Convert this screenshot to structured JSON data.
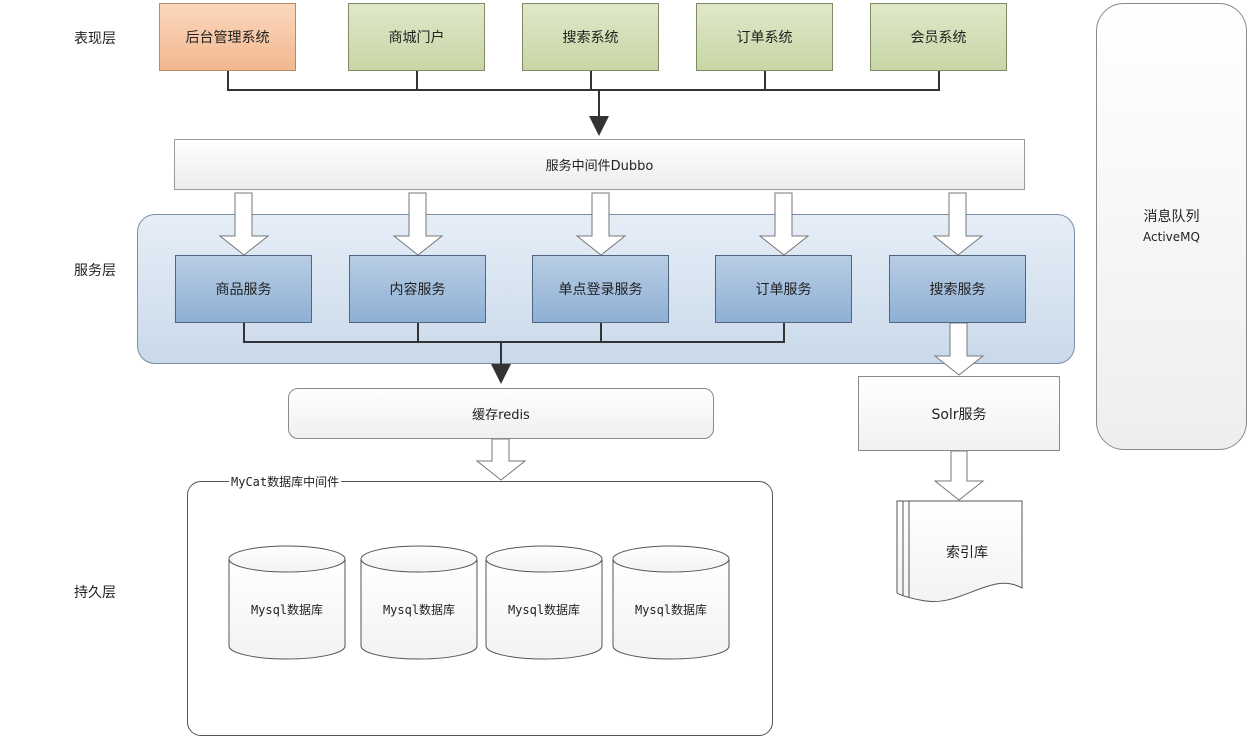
{
  "layers": {
    "presentation": "表现层",
    "service": "服务层",
    "persistence": "持久层"
  },
  "presentation_systems": [
    "后台管理系统",
    "商城门户",
    "搜索系统",
    "订单系统",
    "会员系统"
  ],
  "middleware": "服务中间件Dubbo",
  "services": [
    "商品服务",
    "内容服务",
    "单点登录服务",
    "订单服务",
    "搜索服务"
  ],
  "cache": "缓存redis",
  "solr": "Solr服务",
  "mq": {
    "name": "消息队列",
    "product": "ActiveMQ"
  },
  "database_group": {
    "title": "MyCat数据库中间件",
    "databases": [
      "Mysql数据库",
      "Mysql数据库",
      "Mysql数据库",
      "Mysql数据库"
    ]
  },
  "index": "索引库",
  "colors": {
    "presentation_fill": "#d3dfb8",
    "admin_fill": "#f7c8a6",
    "service_fill": "#a5c0dd",
    "service_group_fill": "#d8e4f0",
    "connector": "#333333"
  }
}
